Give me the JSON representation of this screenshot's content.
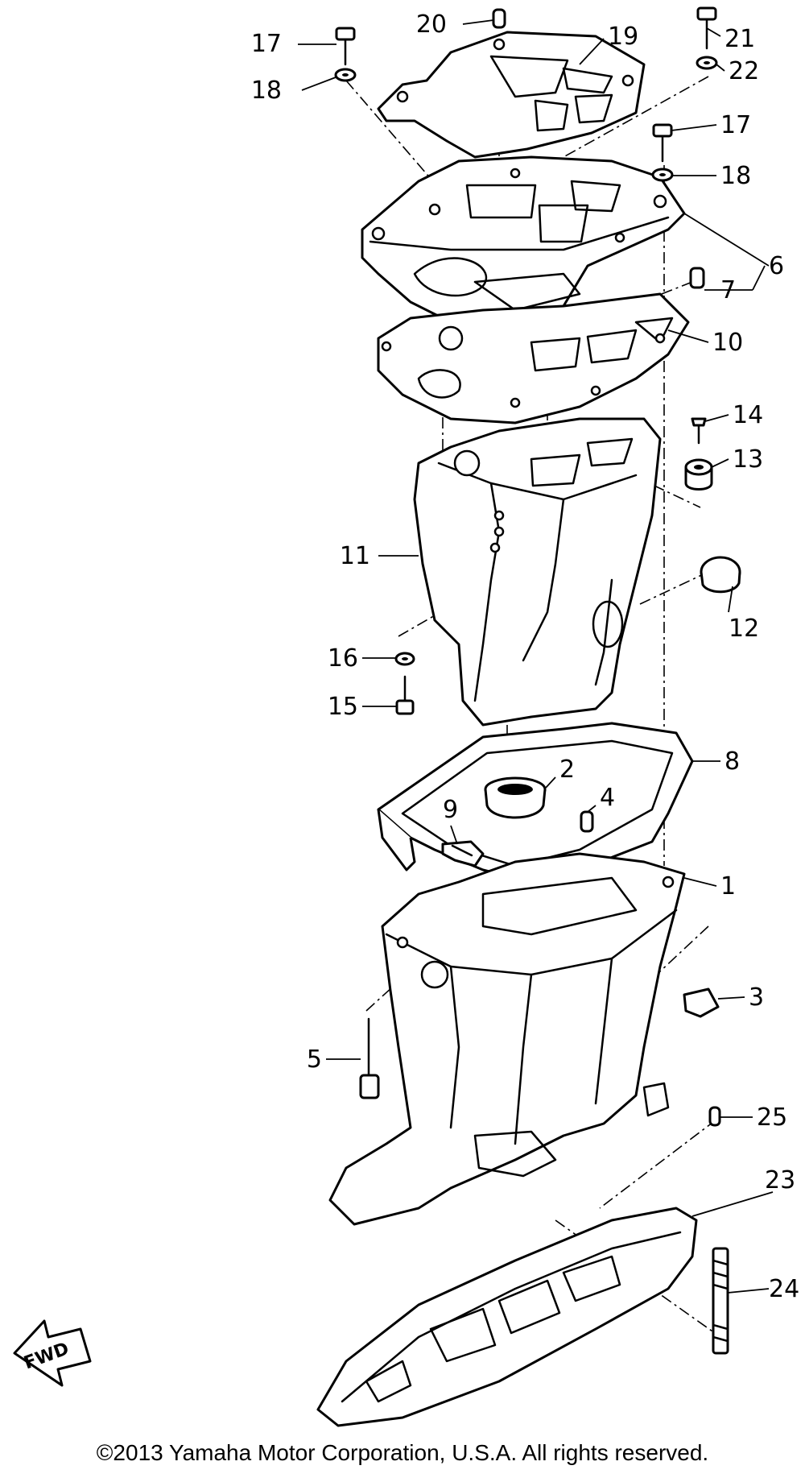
{
  "diagram": {
    "callouts": [
      {
        "id": "c1",
        "label": "1"
      },
      {
        "id": "c2",
        "label": "2"
      },
      {
        "id": "c3",
        "label": "3"
      },
      {
        "id": "c4",
        "label": "4"
      },
      {
        "id": "c5",
        "label": "5"
      },
      {
        "id": "c6",
        "label": "6"
      },
      {
        "id": "c7",
        "label": "7"
      },
      {
        "id": "c8",
        "label": "8"
      },
      {
        "id": "c9",
        "label": "9"
      },
      {
        "id": "c10",
        "label": "10"
      },
      {
        "id": "c11",
        "label": "11"
      },
      {
        "id": "c12",
        "label": "12"
      },
      {
        "id": "c13",
        "label": "13"
      },
      {
        "id": "c14",
        "label": "14"
      },
      {
        "id": "c15",
        "label": "15"
      },
      {
        "id": "c16",
        "label": "16"
      },
      {
        "id": "c17a",
        "label": "17"
      },
      {
        "id": "c17b",
        "label": "17"
      },
      {
        "id": "c18a",
        "label": "18"
      },
      {
        "id": "c18b",
        "label": "18"
      },
      {
        "id": "c19",
        "label": "19"
      },
      {
        "id": "c20",
        "label": "20"
      },
      {
        "id": "c21",
        "label": "21"
      },
      {
        "id": "c22",
        "label": "22"
      },
      {
        "id": "c23",
        "label": "23"
      },
      {
        "id": "c24",
        "label": "24"
      },
      {
        "id": "c25",
        "label": "25"
      }
    ],
    "fwd_label": "FWD"
  },
  "footer": {
    "copyright": "©2013 Yamaha Motor Corporation, U.S.A. All rights reserved."
  }
}
